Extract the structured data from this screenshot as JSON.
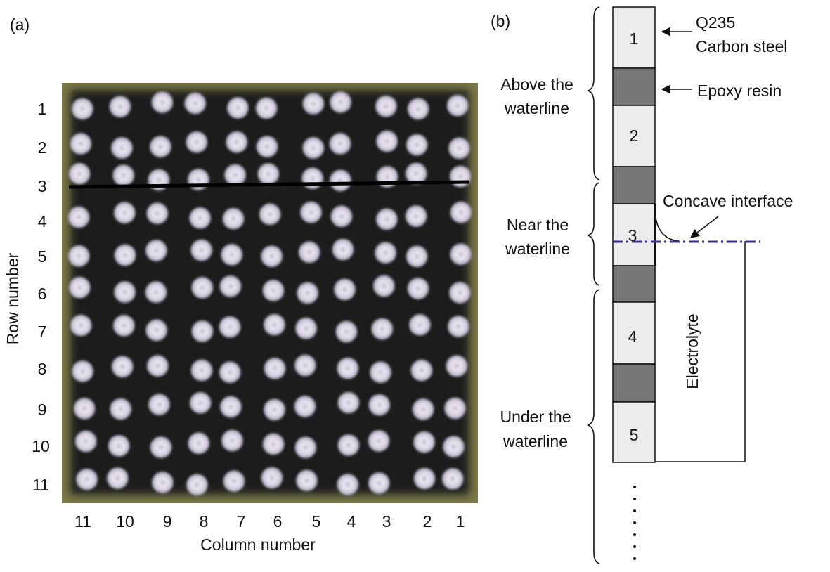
{
  "panel_a": {
    "label": "(a)",
    "row_axis_title": "Row number",
    "column_axis_title": "Column number",
    "row_labels": [
      "1",
      "2",
      "3",
      "4",
      "5",
      "6",
      "7",
      "8",
      "9",
      "10",
      "11"
    ],
    "column_labels": [
      "11",
      "10",
      "9",
      "8",
      "7",
      "6",
      "5",
      "4",
      "3",
      "2",
      "1"
    ]
  },
  "panel_b": {
    "label": "(b)",
    "electrodes": [
      "1",
      "2",
      "3",
      "4",
      "5"
    ],
    "material_line1": "Q235",
    "material_line2": "Carbon steel",
    "epoxy_label": "Epoxy resin",
    "interface_label": "Concave interface",
    "electrolyte_label": "Electrolyte",
    "zones": [
      {
        "line1": "Above the",
        "line2": "waterline"
      },
      {
        "line1": "Near the",
        "line2": "waterline"
      },
      {
        "line1": "Under the",
        "line2": "waterline"
      }
    ]
  },
  "colors": {
    "steel": "#ececec",
    "epoxy": "#777777",
    "waterline": "#3b2a8c",
    "plate": "#1f1f1f",
    "plate_edge": "#7c7a48",
    "spot_center": "#ece8f2",
    "spot_edge": "#9c97a8"
  }
}
